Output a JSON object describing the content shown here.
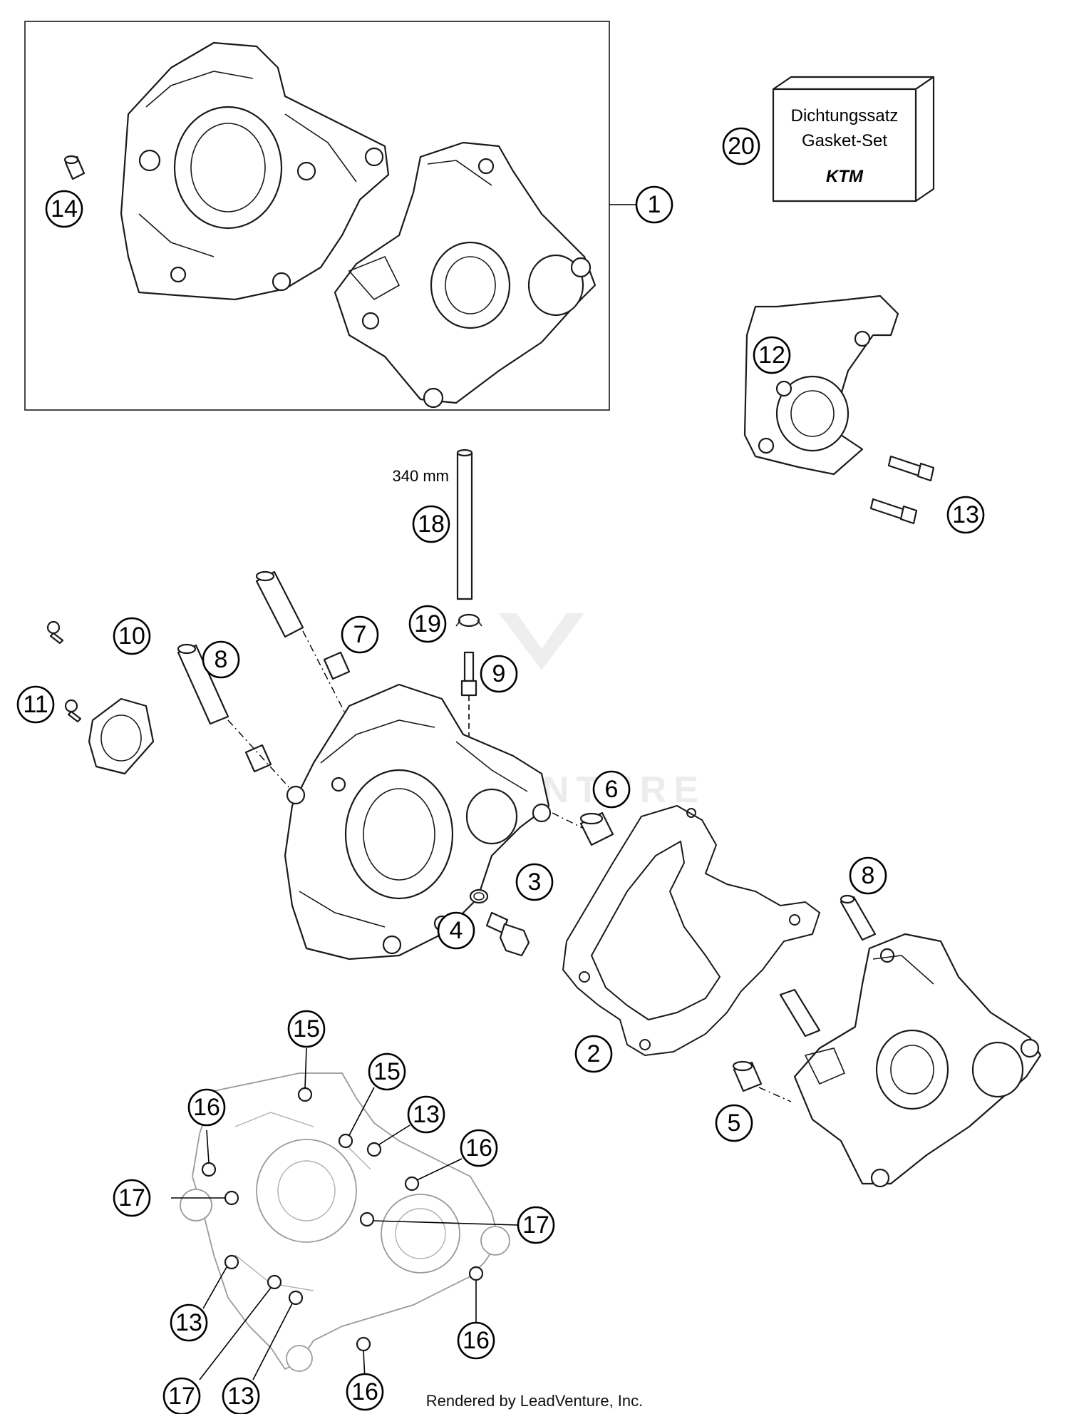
{
  "callouts": {
    "c1": "1",
    "c2": "2",
    "c3": "3",
    "c4": "4",
    "c5": "5",
    "c6": "6",
    "c7": "7",
    "c8a": "8",
    "c8b": "8",
    "c9": "9",
    "c10": "10",
    "c11": "11",
    "c12": "12",
    "c13a": "13",
    "c13b": "13",
    "c13c": "13",
    "c13d": "13",
    "c14": "14",
    "c15a": "15",
    "c15b": "15",
    "c16a": "16",
    "c16b": "16",
    "c16c": "16",
    "c16d": "16",
    "c17a": "17",
    "c17b": "17",
    "c17c": "17",
    "c18": "18",
    "c19": "19",
    "c20": "20"
  },
  "gasket_box": {
    "line1": "Dichtungssatz",
    "line2": "Gasket-Set",
    "logo": "KTM"
  },
  "dimension": "340 mm",
  "watermark": "LEADVENTURE",
  "footer": "Rendered by LeadVenture, Inc."
}
